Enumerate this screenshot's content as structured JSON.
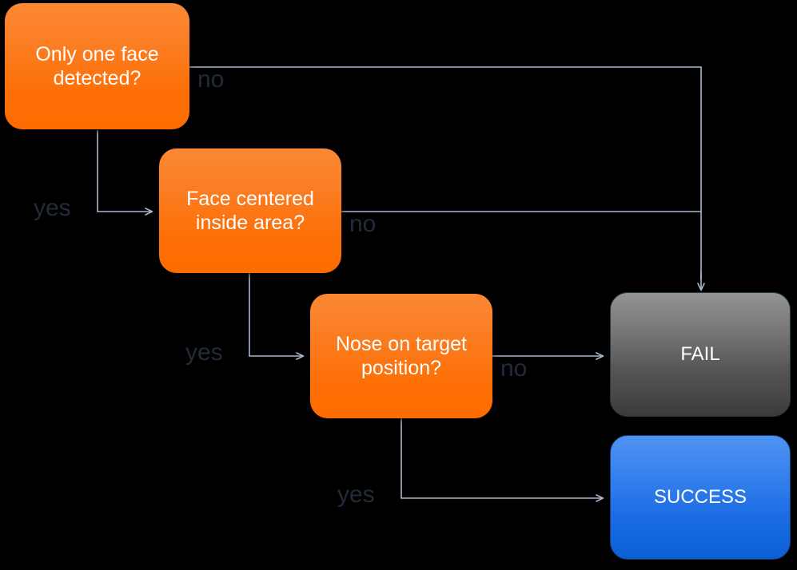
{
  "diagram": {
    "title": "Face validation decision flowchart",
    "type": "flowchart",
    "background_color": "#000000",
    "connector_color": "#aab6d0",
    "edge_label_color": "#222b3a",
    "nodes": [
      {
        "id": "only-one-face-detected",
        "kind": "decision",
        "label": "Only one face detected?",
        "fill_top": "#fb8833",
        "fill_bottom": "#fd6c00",
        "text_color": "#ffffff"
      },
      {
        "id": "face-centered-inside-area",
        "kind": "decision",
        "label": "Face centered inside area?",
        "fill_top": "#fb8833",
        "fill_bottom": "#fd6c00",
        "text_color": "#ffffff"
      },
      {
        "id": "nose-on-target-position",
        "kind": "decision",
        "label": "Nose on target position?",
        "fill_top": "#fb8833",
        "fill_bottom": "#fd6c00",
        "text_color": "#ffffff"
      },
      {
        "id": "fail",
        "kind": "terminal",
        "label": "FAIL",
        "fill_top": "#939393",
        "fill_bottom": "#3b3b3b",
        "text_color": "#ffffff"
      },
      {
        "id": "success",
        "kind": "terminal",
        "label": "SUCCESS",
        "fill_top": "#4f93f2",
        "fill_bottom": "#0b5fd4",
        "text_color": "#ffffff"
      }
    ],
    "edges": [
      {
        "id": "e1",
        "from": "only-one-face-detected",
        "to": "fail",
        "label": "no"
      },
      {
        "id": "e2",
        "from": "only-one-face-detected",
        "to": "face-centered-inside-area",
        "label": "yes"
      },
      {
        "id": "e3",
        "from": "face-centered-inside-area",
        "to": "fail",
        "label": "no"
      },
      {
        "id": "e4",
        "from": "face-centered-inside-area",
        "to": "nose-on-target-position",
        "label": "yes"
      },
      {
        "id": "e5",
        "from": "nose-on-target-position",
        "to": "fail",
        "label": "no"
      },
      {
        "id": "e6",
        "from": "nose-on-target-position",
        "to": "success",
        "label": "yes"
      }
    ]
  }
}
